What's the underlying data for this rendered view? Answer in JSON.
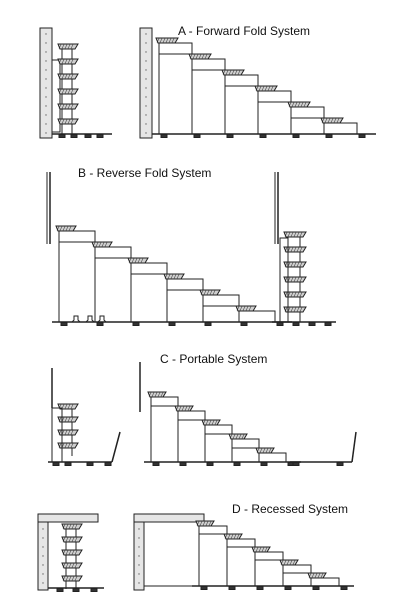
{
  "sections": {
    "a": {
      "label": "A - Forward Fold System"
    },
    "b": {
      "label": "B - Reverse Fold System"
    },
    "c": {
      "label": "C - Portable System"
    },
    "d": {
      "label": "D - Recessed System"
    }
  },
  "colors": {
    "line": "#222222",
    "fill": "#ffffff",
    "hatch": "#555555"
  }
}
